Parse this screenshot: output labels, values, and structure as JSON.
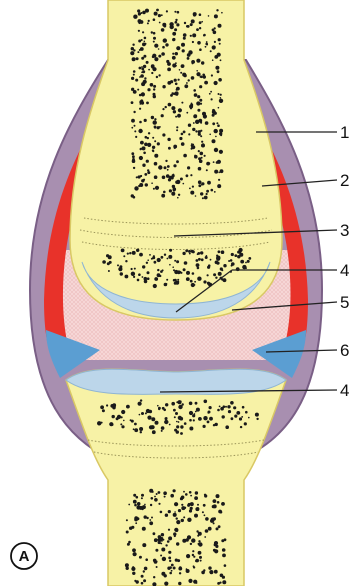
{
  "callouts": [
    {
      "label": "1",
      "structure": "capsule-fibrous"
    },
    {
      "label": "2",
      "structure": "synovial-membrane"
    },
    {
      "label": "3",
      "structure": "epiphyseal-line"
    },
    {
      "label": "4",
      "structure": "articular-cartilage-upper"
    },
    {
      "label": "5",
      "structure": "joint-cavity"
    },
    {
      "label": "6",
      "structure": "meniscus"
    },
    {
      "label": "4",
      "structure": "articular-cartilage-lower"
    }
  ],
  "panel_label": "A",
  "colors": {
    "bone": "#f7f2a6",
    "bone_outline": "#d9c864",
    "marrow_dots": "#1a1a1a",
    "capsule": "#a88fb0",
    "capsule_outline": "#7a5f86",
    "synovial": "#e8322a",
    "cavity": "#f6d6d6",
    "cartilage": "#bcd6ea",
    "meniscus": "#5b9ed2",
    "leader_line": "#222222",
    "text": "#111111"
  }
}
